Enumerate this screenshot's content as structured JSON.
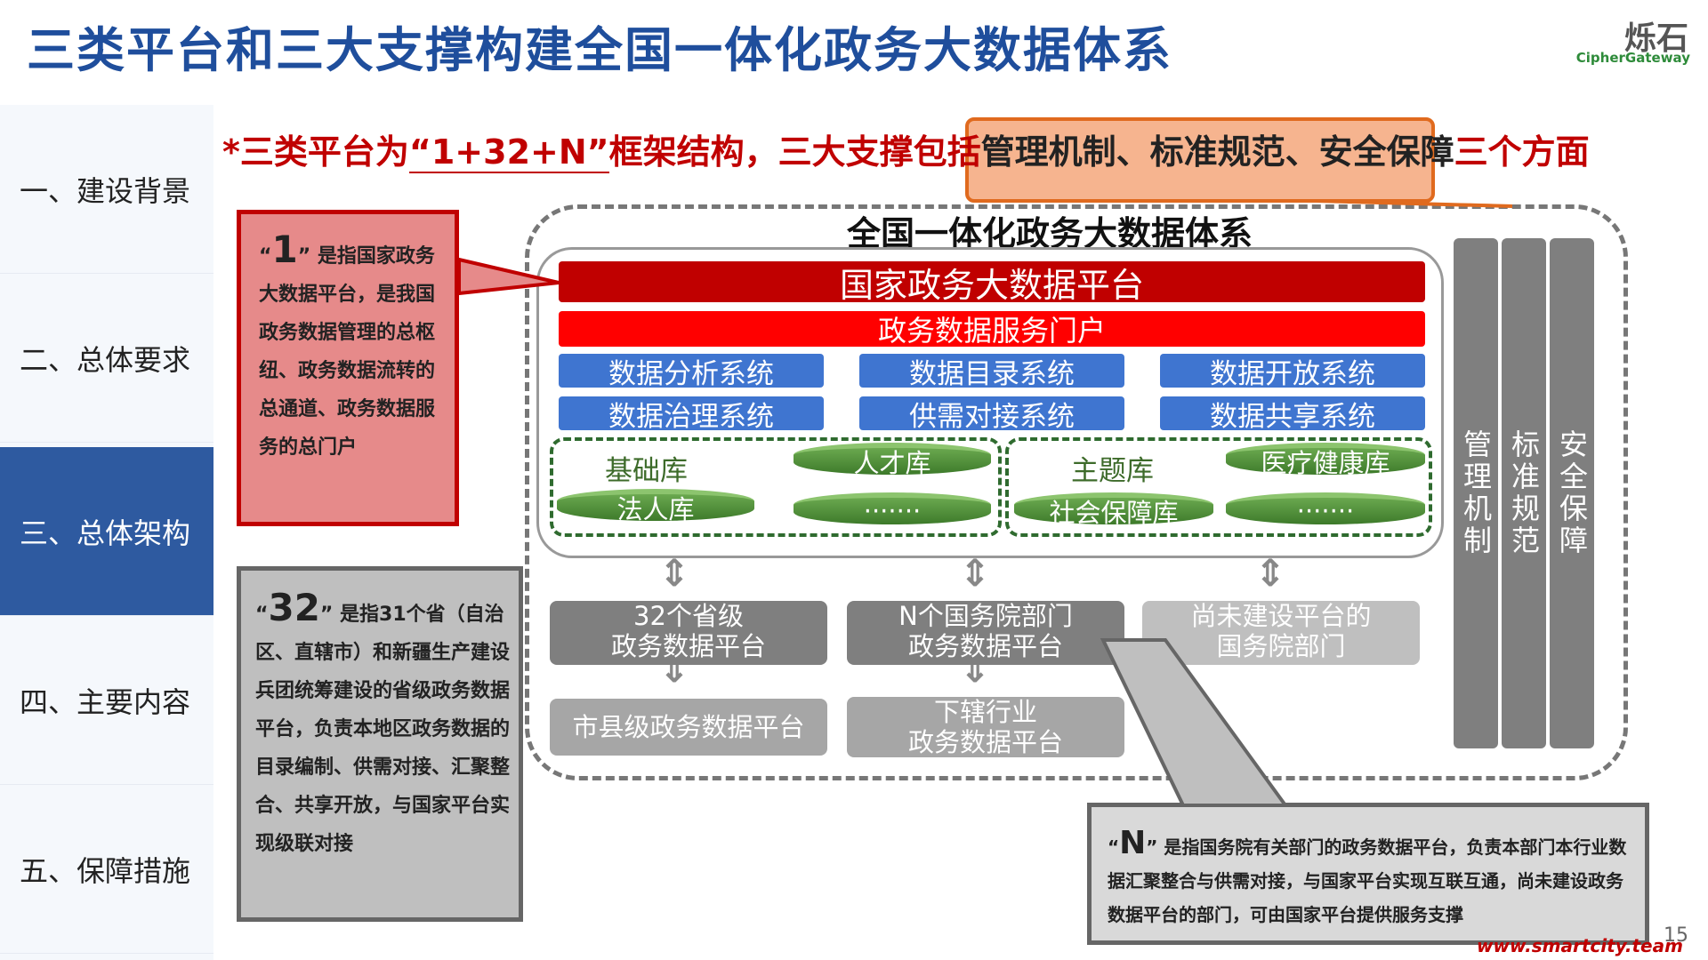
{
  "header": {
    "title": "三类平台和三大支撑构建全国一体化政务大数据体系",
    "logo_main": "烁石",
    "logo_sub": "CipherGateway"
  },
  "sidebar": {
    "items": [
      {
        "label": "一、建设背景",
        "active": false
      },
      {
        "label": "二、总体要求",
        "active": false
      },
      {
        "label": "三、总体架构",
        "active": true
      },
      {
        "label": "四、主要内容",
        "active": false
      },
      {
        "label": "五、保障措施",
        "active": false
      }
    ]
  },
  "subtitle": {
    "part1": "*三类平台为",
    "part2": "“1+32+N”",
    "part3": "框架结构，三大支撑包括",
    "highlight": "管理机制、标准规范、安全保障",
    "part4": "三个方面"
  },
  "system": {
    "title": "全国一体化政务大数据体系",
    "main_platform": "国家政务大数据平台",
    "portal": "政务数据服务门户",
    "systems": [
      "数据分析系统",
      "数据目录系统",
      "数据开放系统",
      "数据治理系统",
      "供需对接系统",
      "数据共享系统"
    ],
    "databases_left": {
      "label1": "基础库",
      "db1": "人才库",
      "db2": "法人库",
      "db3": "·······"
    },
    "databases_right": {
      "label1": "主题库",
      "db1": "医疗健康库",
      "db2": "社会保障库",
      "db3": "·······"
    },
    "platforms": {
      "p32_line1": "32个省级",
      "p32_line2": "政务数据平台",
      "pN_line1": "N个国务院部门",
      "pN_line2": "政务数据平台",
      "pU_line1": "尚未建设平台的",
      "pU_line2": "国务院部门",
      "city": "市县级政务数据平台",
      "sub_line1": "下辖行业",
      "sub_line2": "政务数据平台"
    },
    "pillars": [
      "管理机制",
      "标准规范",
      "安全保障"
    ]
  },
  "callouts": {
    "c1_open": "“",
    "c1_big": "1",
    "c1_text": "” 是指国家政务大数据平台，是我国政务数据管理的总枢纽、政务数据流转的总通道、政务数据服务的总门户",
    "c32_open": "“",
    "c32_big": "32",
    "c32_text": "” 是指31个省（自治区、直辖市）和新疆生产建设兵团统筹建设的省级政务数据平台，负责本地区政务数据的目录编制、供需对接、汇聚整合、共享开放，与国家平台实现级联对接",
    "cN_open": "“",
    "cN_big": "N",
    "cN_text": "” 是指国务院有关部门的政务数据平台，负责本部门本行业数据汇聚整合与供需对接，与国家平台实现互联互通，尚未建设政务数据平台的部门，可由国家平台提供服务支撑"
  },
  "footer": {
    "page": "15",
    "watermark": "www.smartcity.team"
  },
  "colors": {
    "title_blue": "#1f4e9c",
    "nav_active": "#2e5aa0",
    "red_dark": "#c00000",
    "red": "#ff0000",
    "system_blue": "#3f75d0",
    "db_green": "#3d7a2a",
    "highlight_orange": "#f6b48f",
    "gray": "#7f7f7f"
  }
}
